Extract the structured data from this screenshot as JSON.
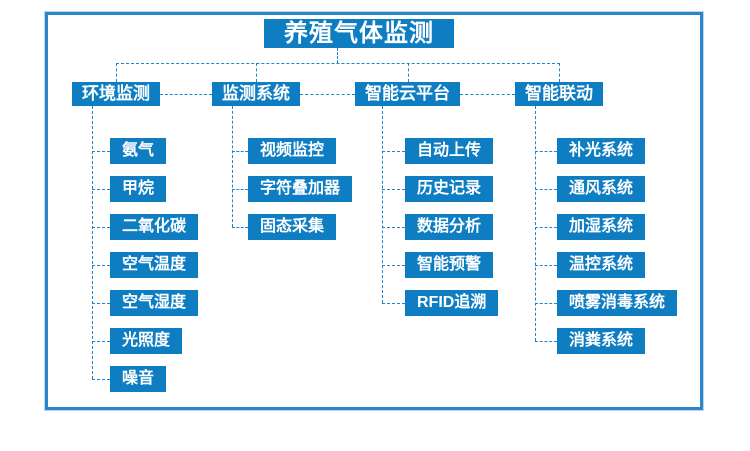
{
  "theme": {
    "node-blue": "#0e7dc2",
    "line-blue": "#1c86d1",
    "frame-blue": "#2e86c8",
    "text-white": "#ffffff"
  },
  "tree": {
    "root": {
      "label": "养殖气体监测"
    },
    "columns": [
      {
        "header": "环境监测",
        "children": [
          "氨气",
          "甲烷",
          "二氧化碳",
          "空气温度",
          "空气湿度",
          "光照度",
          "噪音"
        ]
      },
      {
        "header": "监测系统",
        "children": [
          "视频监控",
          "字符叠加器",
          "固态采集"
        ]
      },
      {
        "header": "智能云平台",
        "children": [
          "自动上传",
          "历史记录",
          "数据分析",
          "智能预警",
          "RFID追溯"
        ]
      },
      {
        "header": "智能联动",
        "children": [
          "补光系统",
          "通风系统",
          "加湿系统",
          "温控系统",
          "喷雾消毒系统",
          "消粪系统"
        ]
      }
    ]
  }
}
